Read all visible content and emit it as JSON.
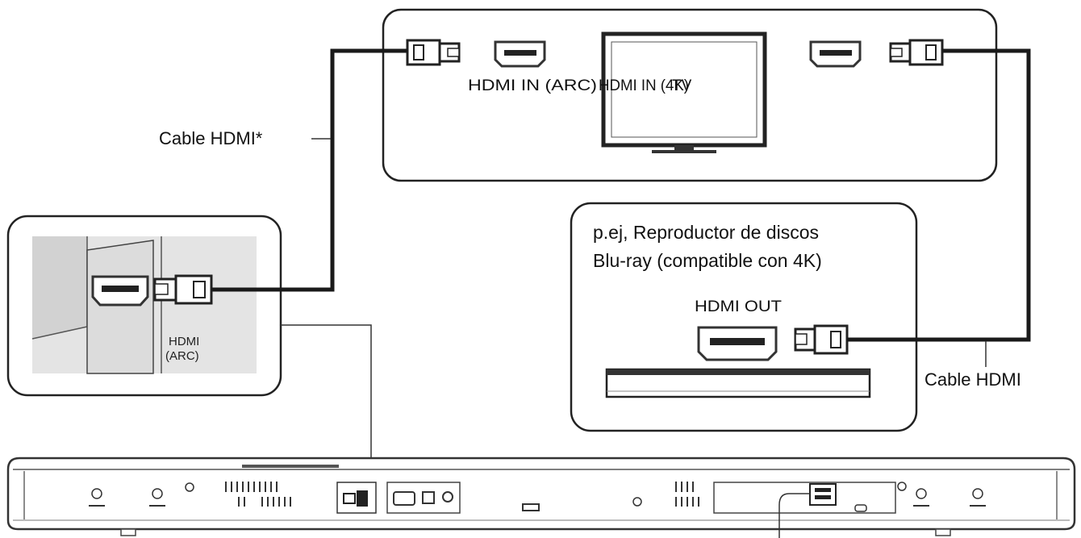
{
  "labels": {
    "cable_hdmi_star": "Cable HDMI*",
    "tv_hdmi_in_arc": "HDMI IN (ARC)",
    "tv_hdmi_in_4k": "HDMI IN (4K)",
    "tv": "TV",
    "player_line1": "p.ej, Reproductor de discos",
    "player_line2": "Blu-ray (compatible con 4K)",
    "player_hdmi_out": "HDMI OUT",
    "soundbar_hdmi_line1": "HDMI",
    "soundbar_hdmi_line2": "(ARC)",
    "cable_hdmi": "Cable HDMI"
  },
  "icons": [
    "hdmi-port-icon",
    "hdmi-plug-icon",
    "tv-icon",
    "blu-ray-player-icon",
    "soundbar-icon"
  ]
}
